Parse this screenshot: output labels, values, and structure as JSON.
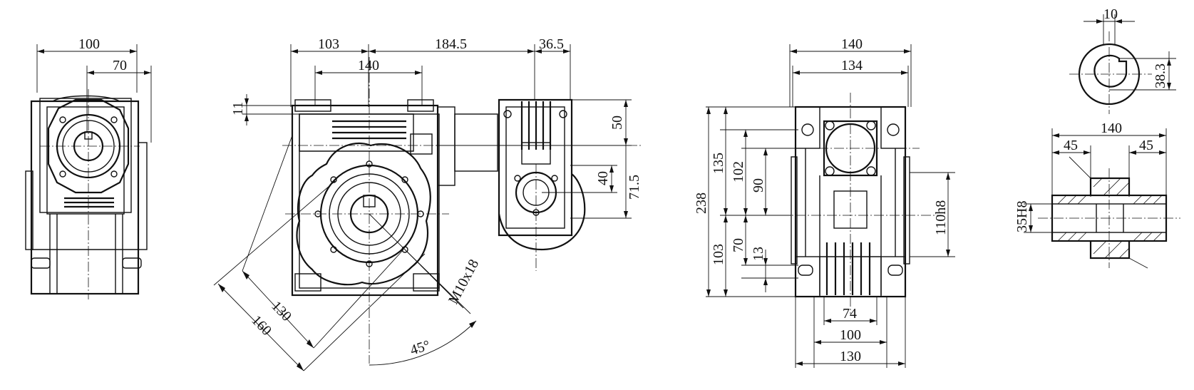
{
  "view_front": {
    "dim_width": "100",
    "dim_hole_offset": "70"
  },
  "view_side": {
    "dim_flange_left": "103",
    "dim_center_span": "184.5",
    "dim_motor_ext": "36.5",
    "dim_bolt_spacing": "140",
    "dim_shoulder": "11",
    "dim_motor_top": "50",
    "dim_motor_mid": "40",
    "dim_motor_center": "71.5",
    "dim_pcd_inner": "130",
    "dim_pcd_outer": "160",
    "thread_spec": "M10x18",
    "angle": "45°"
  },
  "view_bottom": {
    "dim_overall_width": "140",
    "dim_inner_width": "134",
    "dim_height_total": "238",
    "dim_upper_135": "135",
    "dim_upper_102": "102",
    "dim_upper_90": "90",
    "dim_lower_103": "103",
    "dim_lower_70": "70",
    "dim_lower_13": "13",
    "dim_pilot": "110h8",
    "dim_base_74": "74",
    "dim_base_100": "100",
    "dim_base_130": "130"
  },
  "view_shaft": {
    "dim_key_width": "10",
    "dim_key_depth": "38.3",
    "dim_length": "140",
    "dim_left_hub": "45",
    "dim_right_hub": "45",
    "dim_bore": "35H8"
  }
}
